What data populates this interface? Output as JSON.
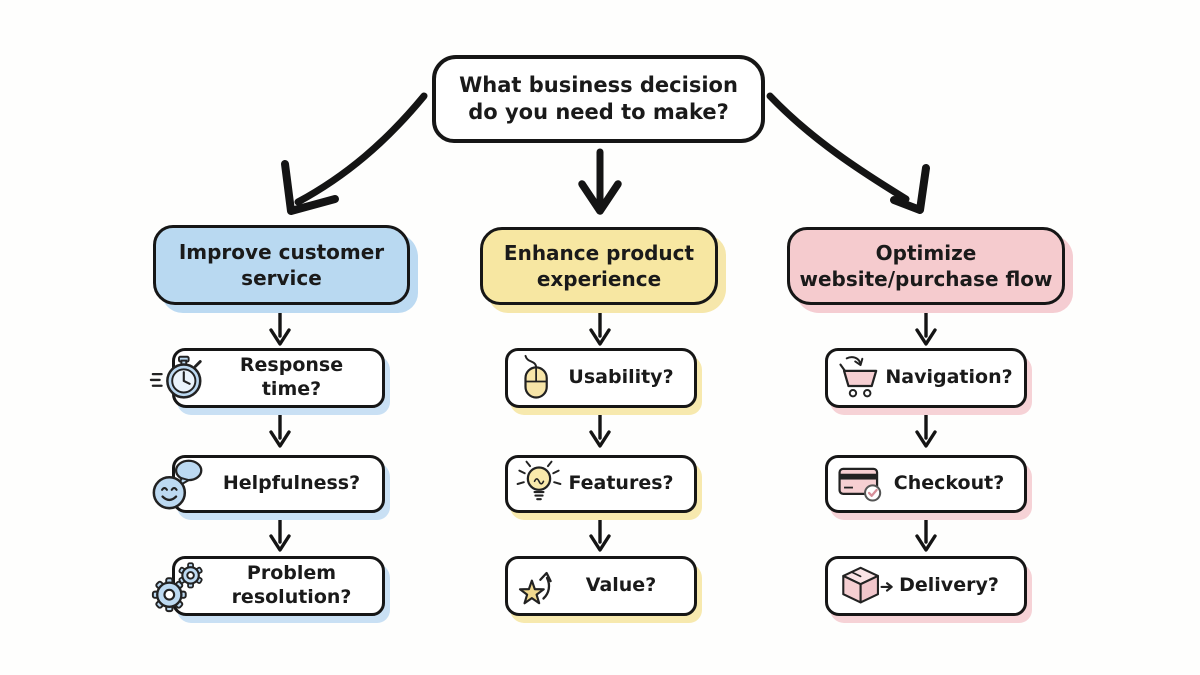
{
  "diagram": {
    "root_question": {
      "lines": [
        "What business decision",
        "do you need to make?"
      ],
      "full_text": "What business decision do you need to make?"
    },
    "columns": [
      {
        "title_lines": [
          "Improve customer",
          "service"
        ],
        "fill_color": "#b9d9f1",
        "shadow_color": "#bcdaf2",
        "items": [
          {
            "label": "Response time?",
            "icon": "stopwatch-icon"
          },
          {
            "label": "Helpfulness?",
            "icon": "smiley-speech-bubble-icon"
          },
          {
            "label": "Problem resolution?",
            "icon": "gears-icon"
          }
        ]
      },
      {
        "title_lines": [
          "Enhance product",
          "experience"
        ],
        "fill_color": "#f7e7a2",
        "shadow_color": "#f6e7ab",
        "items": [
          {
            "label": "Usability?",
            "icon": "computer-mouse-icon"
          },
          {
            "label": "Features?",
            "icon": "lightbulb-icon"
          },
          {
            "label": "Value?",
            "icon": "star-growth-arrow-icon"
          }
        ]
      },
      {
        "title_lines": [
          "Optimize",
          "website/purchase flow"
        ],
        "fill_color": "#f5cbce",
        "shadow_color": "#f5cdd2",
        "items": [
          {
            "label": "Navigation?",
            "icon": "shopping-cart-icon"
          },
          {
            "label": "Checkout?",
            "icon": "credit-card-check-icon"
          },
          {
            "label": "Delivery?",
            "icon": "package-delivery-icon"
          }
        ]
      }
    ],
    "style": {
      "outline_color": "#161616",
      "background_color": "#fefefd",
      "box_fill": "#ffffff"
    }
  }
}
